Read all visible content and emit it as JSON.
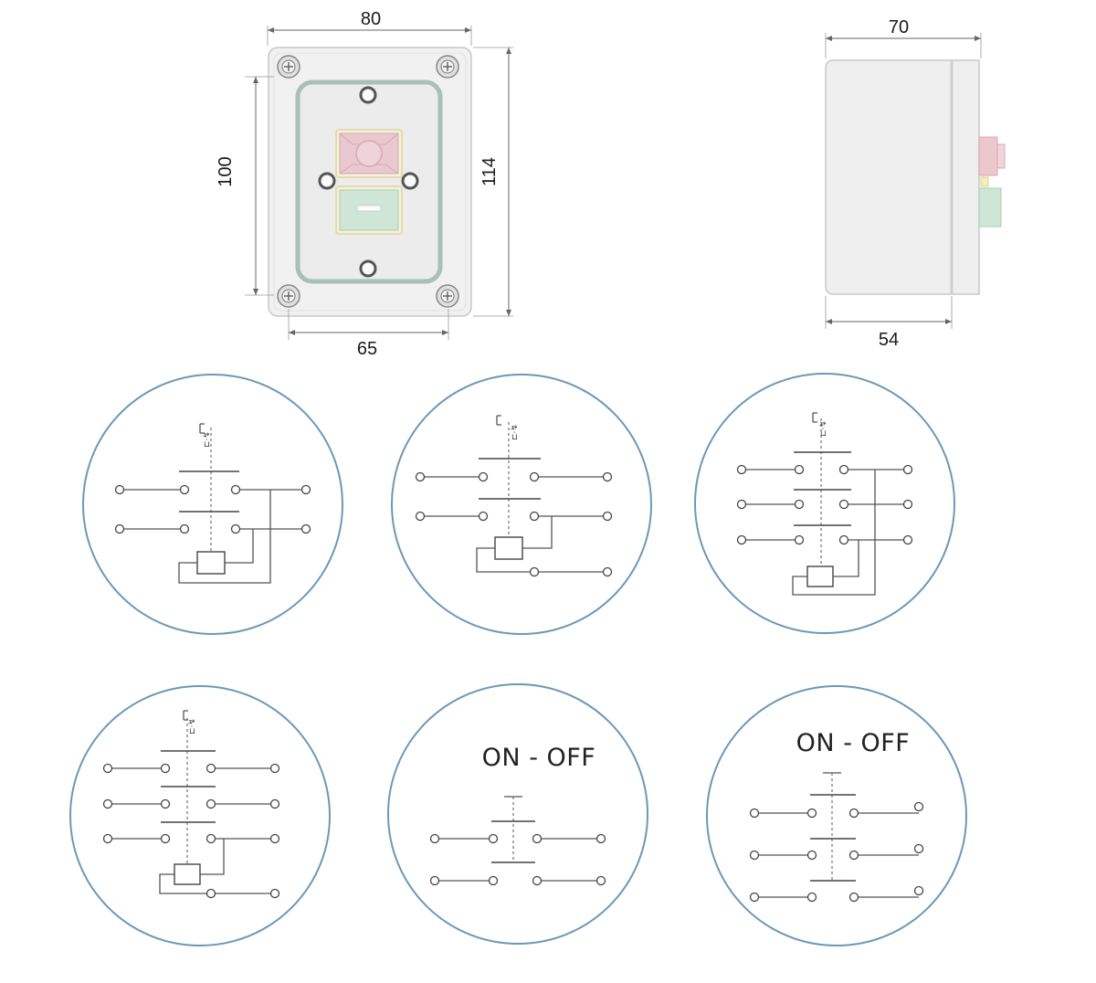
{
  "dimensions": {
    "front_width": "80",
    "front_height_inner": "100",
    "front_height_total": "114",
    "mount_spacing": "65",
    "side_depth_total": "70",
    "side_depth_body": "54"
  },
  "front_view": {
    "stop_button_color": "#e9c9cf",
    "start_button_color": "#cfe5d6",
    "gasket_color": "#a9c0b6",
    "housing_color": "#f1f1f1"
  },
  "schematics": [
    {
      "id": "diagram-1",
      "title": "",
      "symbol": "⊏·↯",
      "contact_rows": 2,
      "has_coil": true,
      "variant": "coil-right-loop"
    },
    {
      "id": "diagram-2",
      "title": "",
      "symbol": "⊏·↯",
      "contact_rows": 2,
      "has_coil": true,
      "variant": "coil-aux-contact"
    },
    {
      "id": "diagram-3",
      "title": "",
      "symbol": "⊏·↯",
      "contact_rows": 3,
      "has_coil": true,
      "variant": "coil-right-loop"
    },
    {
      "id": "diagram-4",
      "title": "",
      "symbol": "⊏·↯",
      "contact_rows": 3,
      "has_coil": true,
      "variant": "coil-aux-contact"
    },
    {
      "id": "diagram-5",
      "title": "ON - OFF",
      "symbol": "",
      "contact_rows": 2,
      "has_coil": false,
      "variant": "plain"
    },
    {
      "id": "diagram-6",
      "title": "ON - OFF",
      "symbol": "",
      "contact_rows": 3,
      "has_coil": false,
      "variant": "plain"
    }
  ]
}
